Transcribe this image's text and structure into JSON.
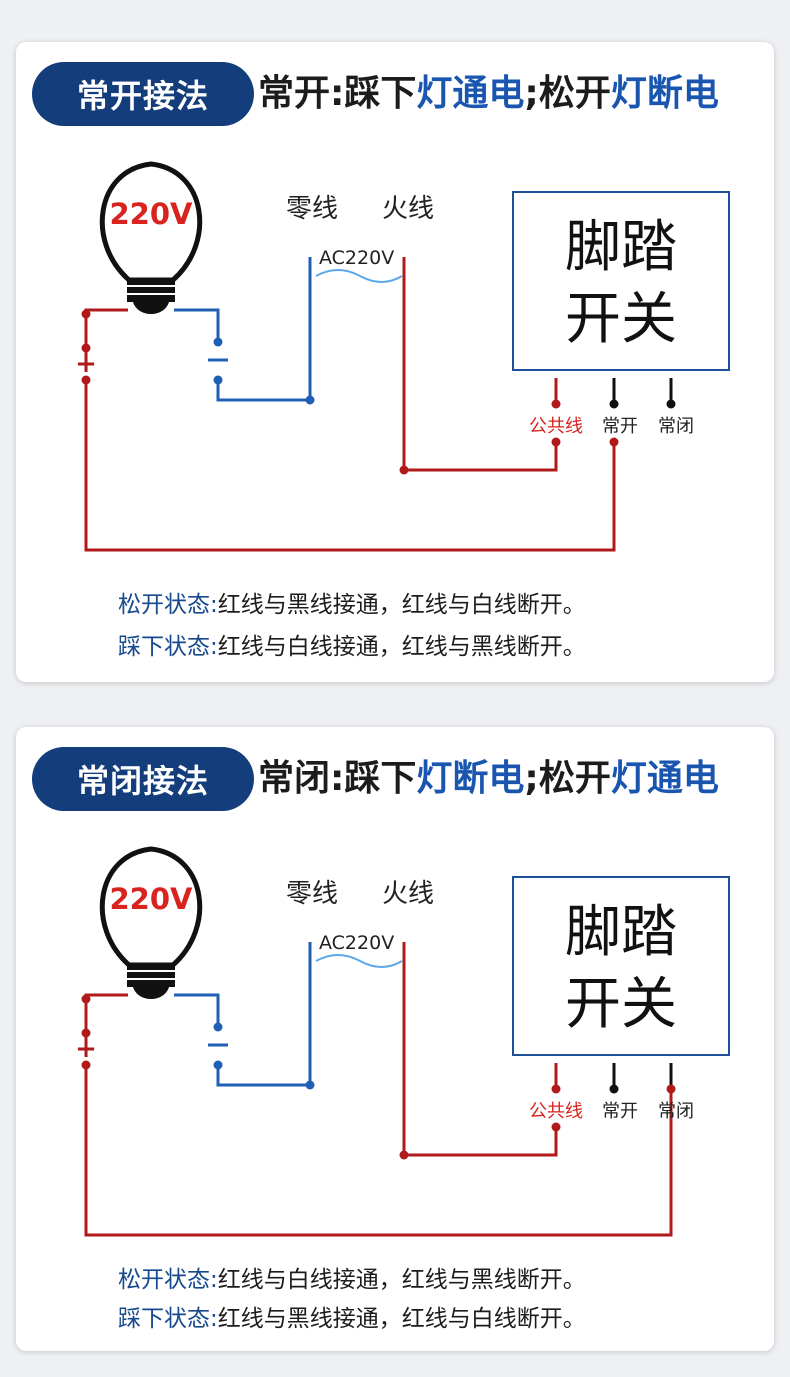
{
  "panels": [
    {
      "badge": "常开接法",
      "headline": {
        "a": "常开:踩下",
        "b": "灯通电",
        "c": ";松开",
        "d": "灯断电"
      },
      "bulb_voltage": "220V",
      "plus": "+",
      "minus": "-",
      "neutral": "零线",
      "live": "火线",
      "ac_label": "AC220V",
      "switch_line1": "脚踏",
      "switch_line2": "开关",
      "terminals": [
        "公共线",
        "常开",
        "常闭"
      ],
      "status": [
        {
          "label": "松开状态:",
          "text": "红线与黑线接通，红线与白线断开。"
        },
        {
          "label": "踩下状态:",
          "text": "红线与白线接通，红线与黑线断开。"
        }
      ]
    },
    {
      "badge": "常闭接法",
      "headline": {
        "a": "常闭:踩下",
        "b": "灯断电",
        "c": ";松开",
        "d": "灯通电"
      },
      "bulb_voltage": "220V",
      "plus": "+",
      "minus": "-",
      "neutral": "零线",
      "live": "火线",
      "ac_label": "AC220V",
      "switch_line1": "脚踏",
      "switch_line2": "开关",
      "terminals": [
        "公共线",
        "常开",
        "常闭"
      ],
      "status": [
        {
          "label": "松开状态:",
          "text": "红线与白线接通，红线与黑线断开。"
        },
        {
          "label": "踩下状态:",
          "text": "红线与黑线接通，红线与白线断开。"
        }
      ]
    }
  ],
  "colors": {
    "navy": "#143d7c",
    "highlight_blue": "#1a56b0",
    "wire_red": "#b01a1a",
    "wire_blue": "#1f5fb4",
    "text_red": "#d8231f"
  }
}
